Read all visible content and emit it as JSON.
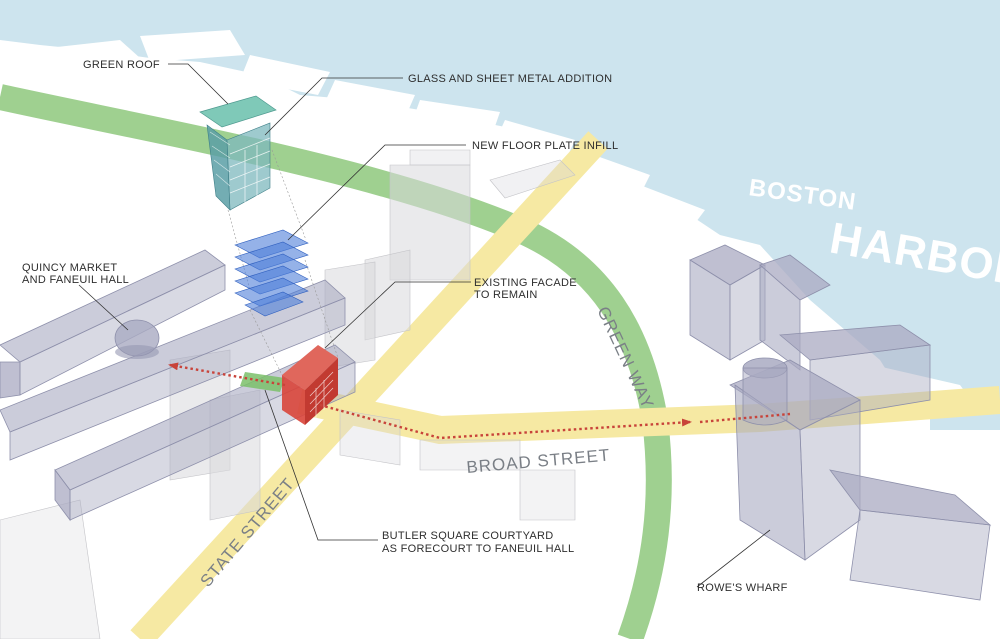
{
  "colors": {
    "water": "#cde4ee",
    "land": "#ffffff",
    "greenway": "#9fd090",
    "street": "#f6e9a3",
    "building_gray": "#c9cbd2",
    "landmark_lilac": "#a9aac2",
    "facade_red": "#d9453a",
    "infill_blue": "#4f7fd8",
    "addition_teal": "#6fb0ae",
    "path_red": "#c8433a"
  },
  "water_labels": {
    "line1": "BOSTON",
    "line2": "HARBOR"
  },
  "streets": {
    "state_street": "STATE STREET",
    "broad_street": "BROAD STREET",
    "green_way": "GREEN WAY"
  },
  "callouts": {
    "green_roof": "GREEN ROOF",
    "glass_addition": "GLASS AND SHEET METAL ADDITION",
    "floor_infill": "NEW FLOOR PLATE INFILL",
    "quincy_market_line1": "QUINCY MARKET",
    "quincy_market_line2": "AND FANEUIL HALL",
    "existing_facade_line1": "EXISTING FACADE",
    "existing_facade_line2": "TO REMAIN",
    "butler_square_line1": "BUTLER SQUARE COURTYARD",
    "butler_square_line2": "AS FORECOURT TO FANEUIL HALL",
    "rowes_wharf": "ROWE'S WHARF"
  }
}
